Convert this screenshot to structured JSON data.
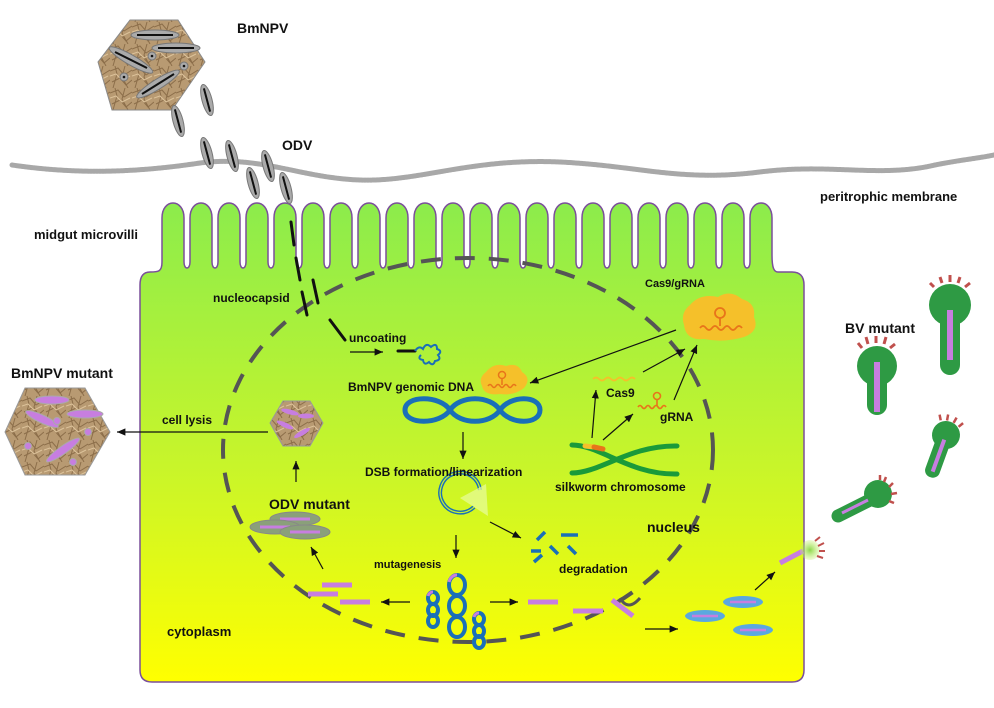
{
  "diagram": {
    "title": "CRISPR/Cas9-mediated BmNPV genome disruption in silkworm midgut cell",
    "colors": {
      "cell_top": "#8cec4c",
      "cell_bottom": "#ffff00",
      "cell_border": "#7a4f9a",
      "dna_blue": "#1a6fb8",
      "mutant_purple": "#c77ee0",
      "chromosome_green": "#1a9a3a",
      "cas9_orange": "#f5c02a",
      "grna_orange": "#e8741a",
      "bv_green": "#2e9a44",
      "bv_spike": "#c0504d",
      "membrane_grey": "#a8a8a8",
      "nucleus_dash": "#555555"
    }
  },
  "labels": {
    "bmnpv": "BmNPV",
    "odv": "ODV",
    "peritrophic_membrane": "peritrophic membrane",
    "midgut_microvilli": "midgut microvilli",
    "nucleocapsid": "nucleocapsid",
    "uncoating": "uncoating",
    "cas9_grna": "Cas9/gRNA",
    "bmnpv_genomic_dna": "BmNPV genomic DNA",
    "cas9": "Cas9",
    "grna": "gRNA",
    "dsb": "DSB formation/linearization",
    "silkworm_chromosome": "silkworm chromosome",
    "nucleus": "nucleus",
    "degradation": "degradation",
    "mutagenesis": "mutagenesis",
    "odv_mutant": "ODV mutant",
    "cell_lysis": "cell lysis",
    "bmnpv_mutant": "BmNPV mutant",
    "bv_mutant": "BV mutant",
    "cytoplasm": "cytoplasm"
  }
}
